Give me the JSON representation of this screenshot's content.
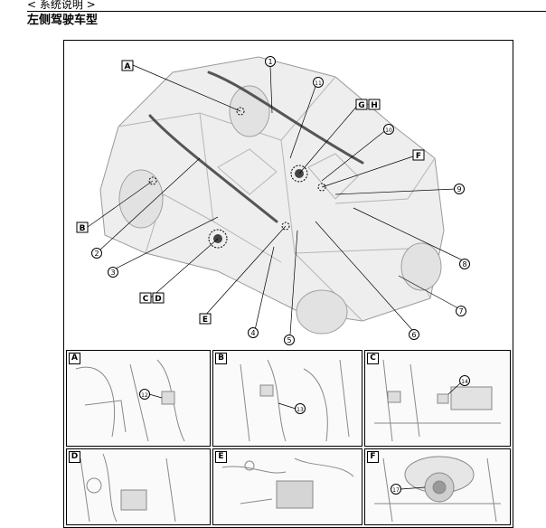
{
  "header": {
    "section_title": "< 系统说明 >",
    "page_heading": "左侧驾驶车型"
  },
  "figure": {
    "main_letters": [
      "A",
      "B",
      "C",
      "D",
      "E",
      "F",
      "G",
      "H"
    ],
    "main_numbers": [
      "①",
      "②",
      "③",
      "④",
      "⑤",
      "⑥",
      "⑦",
      "⑧",
      "⑨",
      "⑩",
      "⑪"
    ],
    "panels": [
      {
        "letter": "A",
        "callout": "⑫"
      },
      {
        "letter": "B",
        "callout": "⑬"
      },
      {
        "letter": "C",
        "callout": "⑭"
      },
      {
        "letter": "D",
        "callout": ""
      },
      {
        "letter": "E",
        "callout": ""
      },
      {
        "letter": "F",
        "callout": "⑰"
      }
    ]
  }
}
